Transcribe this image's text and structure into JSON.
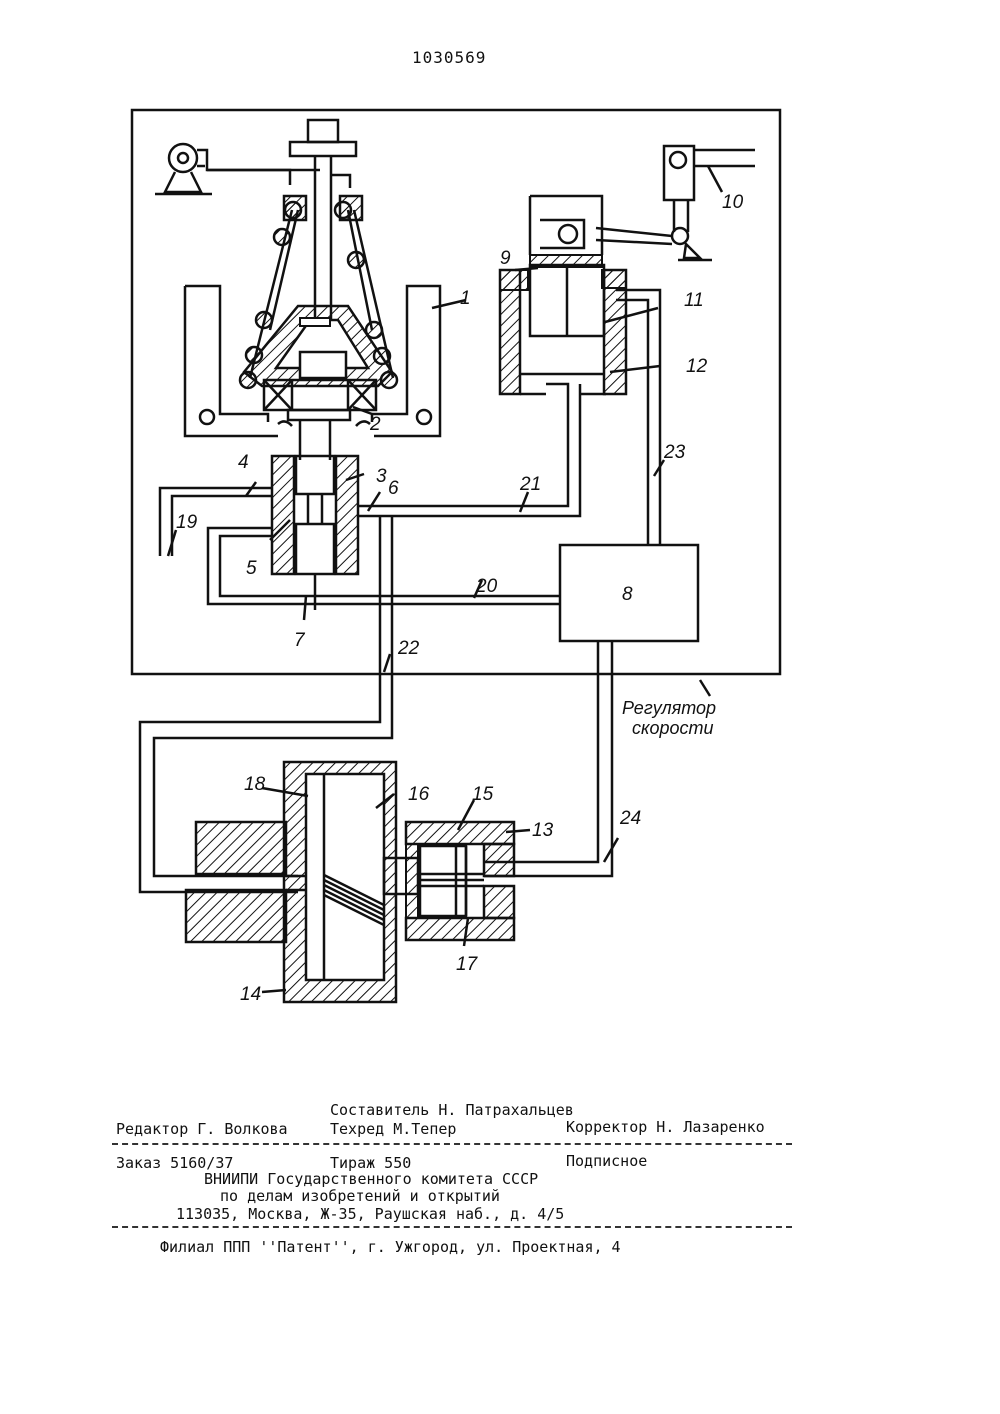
{
  "doc": {
    "patent_number": "1030569",
    "labels": {
      "l1": "1",
      "l2": "2",
      "l3": "3",
      "l4": "4",
      "l5": "5",
      "l6": "6",
      "l7": "7",
      "l8": "8",
      "l9": "9",
      "l10": "10",
      "l11": "11",
      "l12": "12",
      "l13": "13",
      "l14": "14",
      "l15": "15",
      "l16": "16",
      "l17": "17",
      "l18": "18",
      "l19": "19",
      "l20": "20",
      "l21": "21",
      "l22": "22",
      "l23": "23",
      "l24": "24",
      "regulator_line1": "Регулятор",
      "regulator_line2": "скорости"
    }
  },
  "imprint": {
    "compiler": "Составитель Н. Патрахальцев",
    "editor": "Редактор Г. Волкова",
    "techred": "Техред М.Тепер",
    "corrector": "Корректор Н. Лазаренко",
    "order": "Заказ 5160/37",
    "circulation": "Тираж 550",
    "subscription": "Подписное",
    "org_line1": "ВНИИПИ Государственного комитета СССР",
    "org_line2": "по делам изобретений и открытий",
    "address": "113035, Москва, Ж-35, Раушская наб., д. 4/5",
    "branch": "Филиал ППП ''Патент'', г. Ужгород, ул. Проектная, 4"
  }
}
